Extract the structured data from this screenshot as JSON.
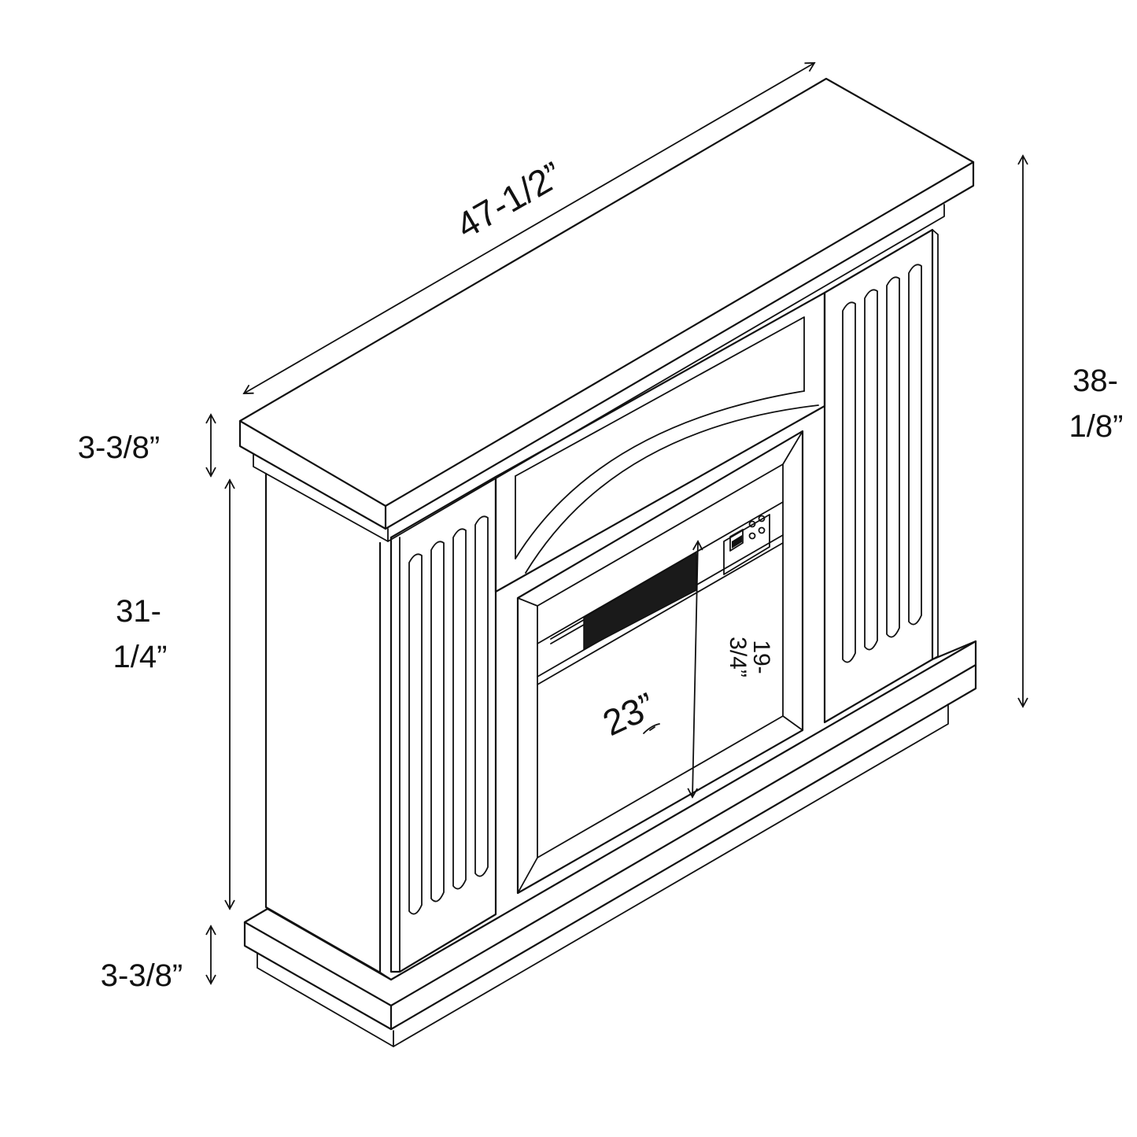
{
  "dimensions": {
    "width_label": "47-1/2”",
    "height_line1": "38-",
    "height_line2": "1/8”",
    "top_thickness": "3-3/8”",
    "body_height_line1": "31-",
    "body_height_line2": "1/4”",
    "base_thickness": "3-3/8”",
    "opening_width": "23”",
    "opening_height_line1": "19-",
    "opening_height_line2": "3/4”"
  },
  "colors": {
    "line": "#111111",
    "background": "#ffffff"
  }
}
